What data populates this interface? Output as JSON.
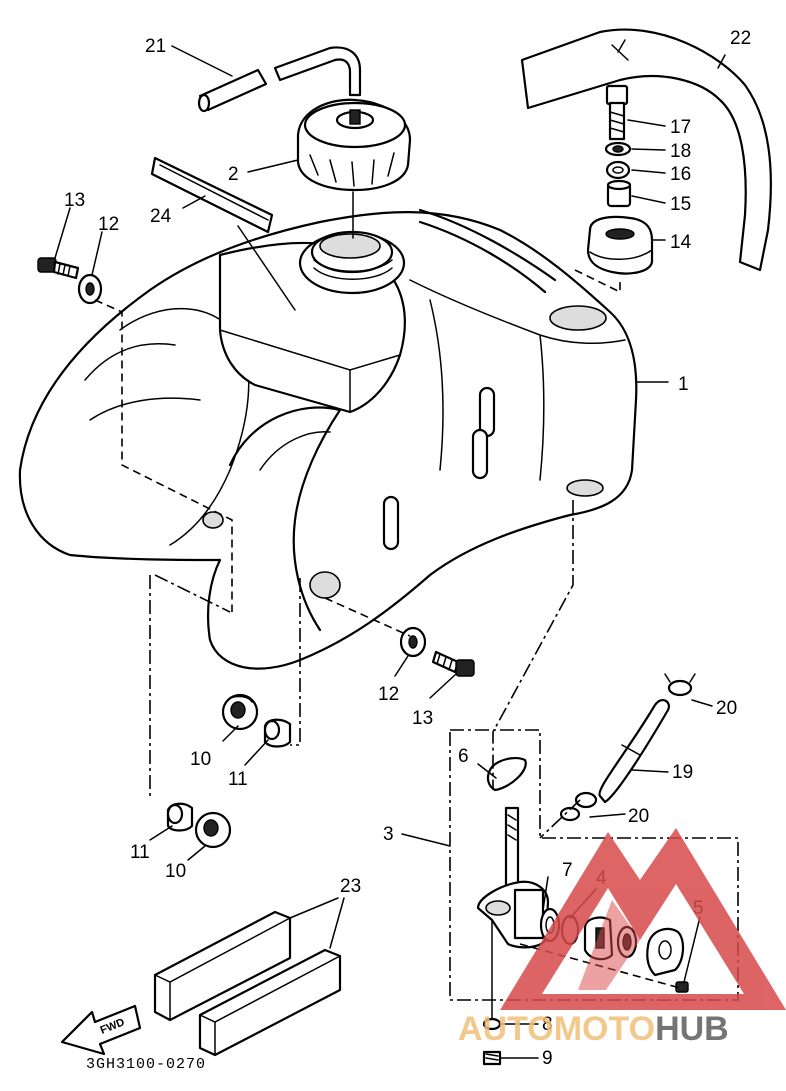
{
  "labels": {
    "p1": "1",
    "p2": "2",
    "p3": "3",
    "p4": "4",
    "p5": "5",
    "p6": "6",
    "p7": "7",
    "p8": "8",
    "p9": "9",
    "p10a": "10",
    "p10b": "10",
    "p11a": "11",
    "p11b": "11",
    "p12a": "12",
    "p12b": "12",
    "p13a": "13",
    "p13b": "13",
    "p14": "14",
    "p15": "15",
    "p16": "16",
    "p17": "17",
    "p18": "18",
    "p19": "19",
    "p20a": "20",
    "p20b": "20",
    "p21": "21",
    "p22": "22",
    "p23": "23",
    "p24": "24"
  },
  "fwd_label": "FWD",
  "diagram_code": "3GH3100-0270",
  "watermark": {
    "part_a": "AUTOMOTO",
    "part_b": "HUB",
    "color_a": "#f2bf7a",
    "color_b": "#5c5c5c",
    "triangle_color": "#d84a4a"
  }
}
